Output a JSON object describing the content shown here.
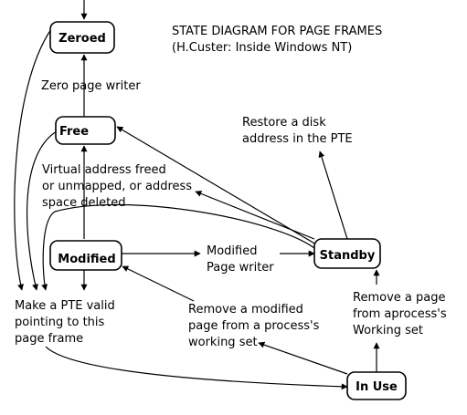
{
  "title": {
    "line1": "STATE DIAGRAM FOR PAGE FRAMES",
    "line2": "(H.Custer: Inside Windows NT)"
  },
  "states": {
    "zeroed": "Zeroed",
    "free": "Free",
    "modified": "Modified",
    "standby": "Standby",
    "in_use": "In Use"
  },
  "transitions": {
    "zero_page_writer": "Zero page writer",
    "restore_disk_address": [
      "Restore a disk",
      "address in the PTE"
    ],
    "virtual_address_freed": [
      "Virtual address freed",
      "or unmapped, or address",
      "space deleted"
    ],
    "modified_page_writer": [
      "Modified",
      "Page writer"
    ],
    "make_pte_valid": [
      "Make a PTE valid",
      "pointing to this",
      "page frame"
    ],
    "remove_modified_page": [
      "Remove a modified",
      "page from a process's",
      "working set"
    ],
    "remove_page_from_working_set": [
      "Remove a page",
      "from aprocess's",
      "Working set"
    ]
  },
  "colors": {
    "ink": "#000000",
    "background": "#ffffff"
  }
}
